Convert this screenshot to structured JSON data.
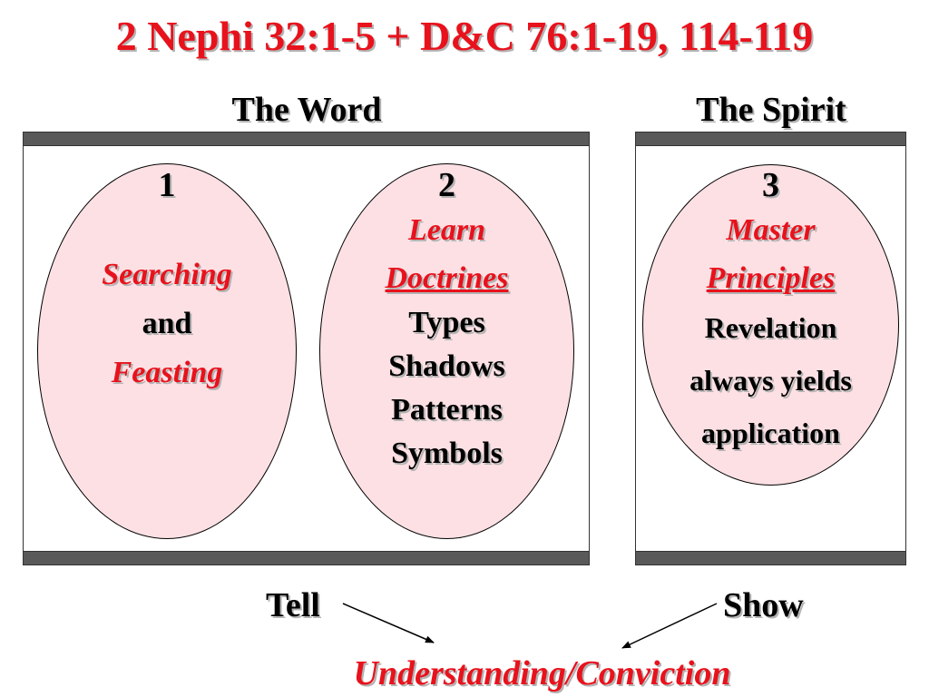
{
  "title": "2 Nephi 32:1-5 + D&C 76:1-19, 114-119",
  "headings": {
    "left": "The Word",
    "right": "The Spirit"
  },
  "ovals": [
    {
      "number": "1",
      "line1": "Searching",
      "line2": "and",
      "line3": "Feasting"
    },
    {
      "number": "2",
      "line1": "Learn",
      "line2": "Doctrines",
      "items": [
        "Types",
        "Shadows",
        "Patterns",
        "Symbols"
      ]
    },
    {
      "number": "3",
      "line1": "Master",
      "line2": "Principles",
      "items": [
        "Revelation",
        "always yields",
        "application"
      ]
    }
  ],
  "bottom": {
    "left": "Tell",
    "right": "Show",
    "conclusion": "Understanding/Conviction"
  },
  "colors": {
    "accent": "#e8121c",
    "oval_fill": "#fde0e4",
    "bar": "#595959"
  }
}
